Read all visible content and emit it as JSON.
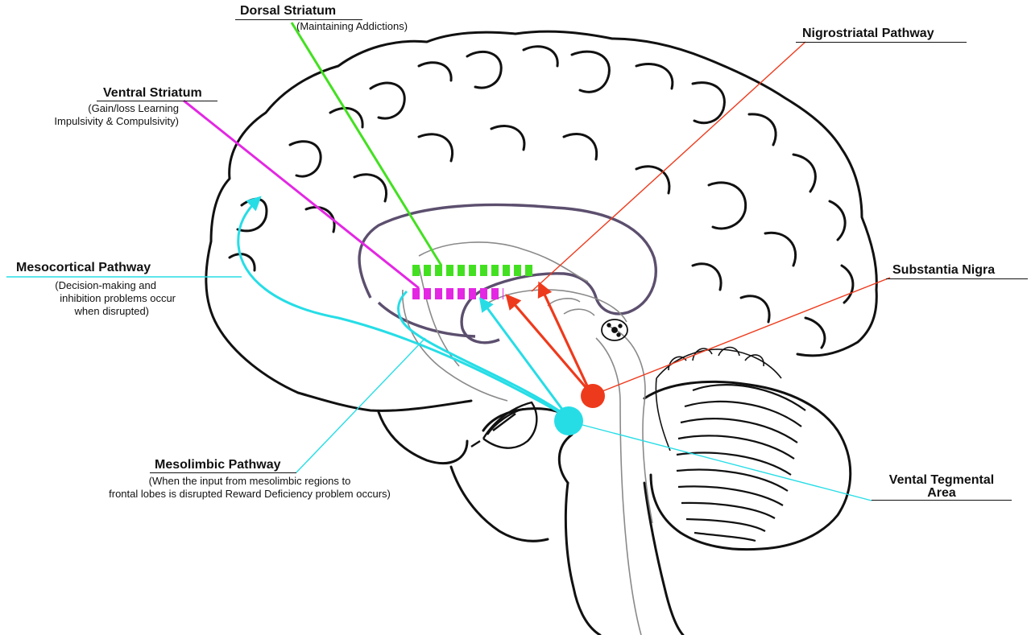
{
  "colors": {
    "outline": "#111111",
    "inner_outline": "#5c4f6e",
    "dorsal_striatum": "#43e021",
    "ventral_striatum": "#e327e3",
    "nigrostriatal": "#ee3a1c",
    "mesocortical": "#26dde6",
    "mesolimbic": "#26dde6",
    "vta": "#26dde6",
    "substantia_nigra": "#ee3a1c"
  },
  "labels": {
    "dorsal_striatum": {
      "title": "Dorsal Striatum",
      "desc": "(Maintaining Addictions)"
    },
    "ventral_striatum": {
      "title": "Ventral Striatum",
      "desc_line1": "(Gain/loss Learning",
      "desc_line2": "Impulsivity & Compulsivity)"
    },
    "nigrostriatal": {
      "title": "Nigrostriatal Pathway"
    },
    "mesocortical": {
      "title": "Mesocortical Pathway",
      "desc_line1": "(Decision-making and",
      "desc_line2": "inhibition problems occur",
      "desc_line3": "when disrupted)"
    },
    "substantia_nigra": {
      "title": "Substantia Nigra"
    },
    "mesolimbic": {
      "title": "Mesolimbic Pathway",
      "desc_line1": "(When the input from mesolimbic regions to",
      "desc_line2": "frontal lobes is disrupted Reward Deficiency problem occurs)"
    },
    "vta": {
      "title_line1": "Vental Tegmental",
      "title_line2": "Area"
    }
  },
  "icons": {
    "brain": "brain-sagittal-outline-icon",
    "cerebellum": "cerebellum-icon",
    "brainstem": "brainstem-icon"
  }
}
